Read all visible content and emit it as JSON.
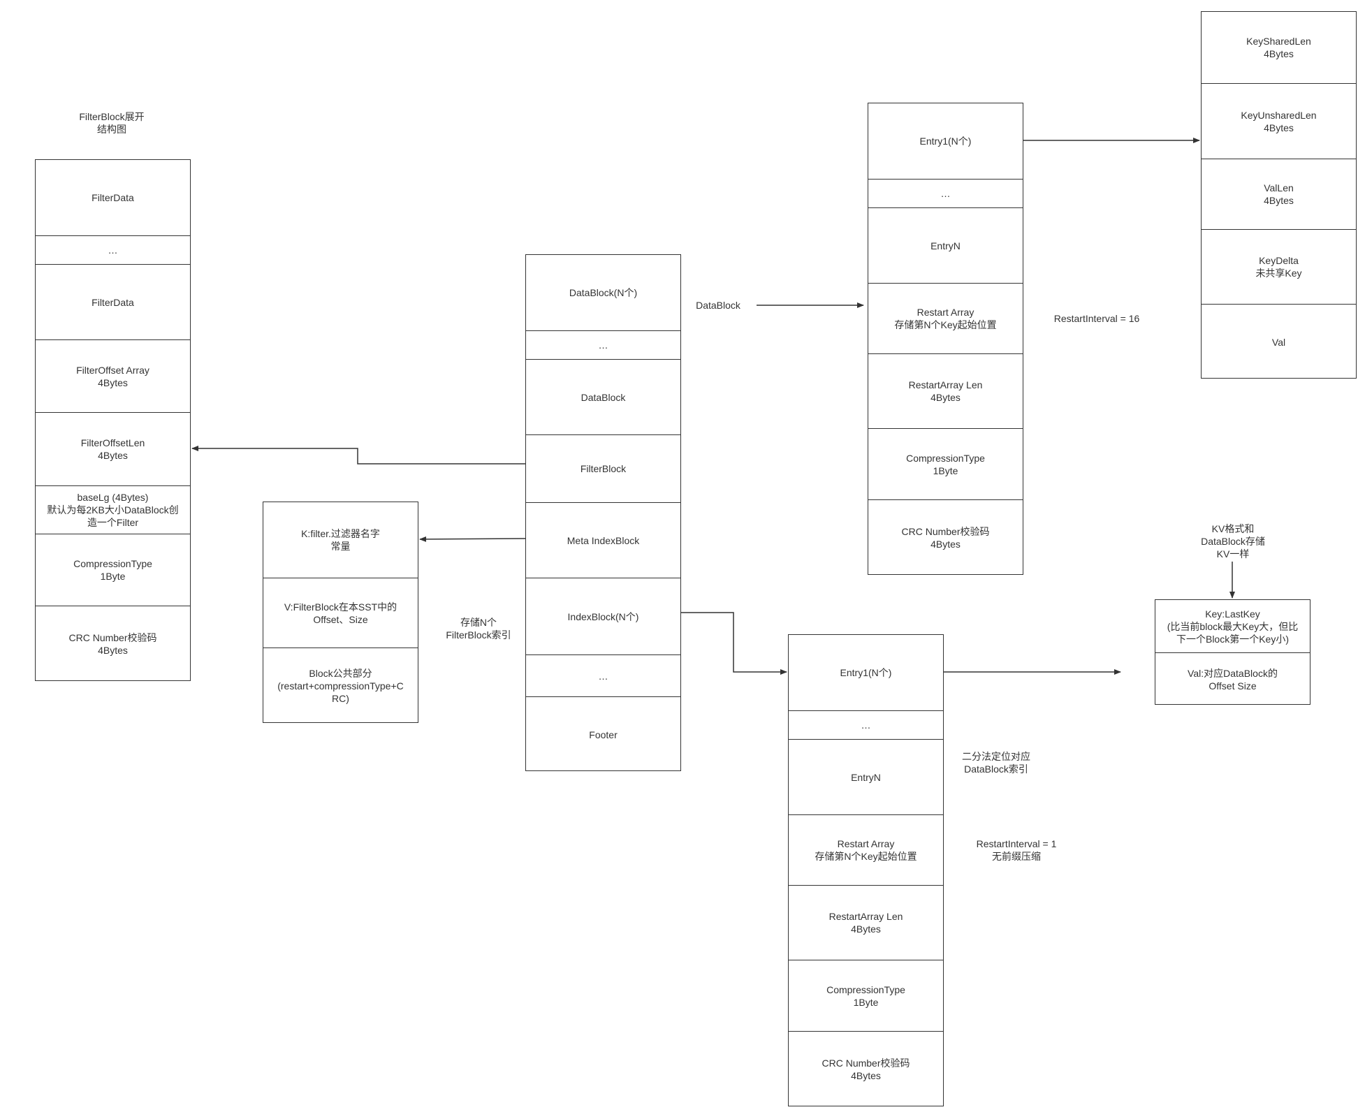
{
  "sst": {
    "cells": [
      "DataBlock(N个)",
      "…",
      "DataBlock",
      "FilterBlock",
      "Meta IndexBlock",
      "IndexBlock(N个)",
      "…",
      "Footer"
    ]
  },
  "filter_block": {
    "title": "FilterBlock展开\n结构图",
    "cells": [
      "FilterData",
      "…",
      "FilterData",
      "FilterOffset Array\n4Bytes",
      "FilterOffsetLen\n4Bytes",
      "baseLg (4Bytes)\n默认为每2KB大小DataBlock创\n造一个Filter",
      "CompressionType\n1Byte",
      "CRC Number校验码\n4Bytes"
    ]
  },
  "meta_index": {
    "cells": [
      "K:filter.过滤器名字\n常量",
      "V:FilterBlock在本SST中的\nOffset、Size",
      "Block公共部分\n(restart+compressionType+C\nRC)"
    ],
    "note": "存储N个\nFilterBlock索引"
  },
  "data_block": {
    "arrow_label": "DataBlock",
    "cells": [
      "Entry1(N个)",
      "…",
      "EntryN",
      "Restart Array\n存储第N个Key起始位置",
      "RestartArray Len\n4Bytes",
      "CompressionType\n1Byte",
      "CRC Number校验码\n4Bytes"
    ],
    "note": "RestartInterval = 16"
  },
  "entry": {
    "cells": [
      "KeySharedLen\n4Bytes",
      "KeyUnsharedLen\n4Bytes",
      "ValLen\n4Bytes",
      "KeyDelta\n未共享Key",
      "Val"
    ]
  },
  "index_block": {
    "cells": [
      "Entry1(N个)",
      "…",
      "EntryN",
      "Restart Array\n存储第N个Key起始位置",
      "RestartArray Len\n4Bytes",
      "CompressionType\n1Byte",
      "CRC Number校验码\n4Bytes"
    ],
    "note_binary": "二分法定位对应\nDataBlock索引",
    "note_restart": "RestartInterval = 1\n无前缀压缩"
  },
  "index_entry": {
    "cells": [
      "Key:LastKey\n(比当前block最大Key大，但比\n下一个Block第一个Key小)",
      "Val:对应DataBlock的\nOffset Size"
    ],
    "note": "KV格式和\nDataBlock存储\nKV一样"
  }
}
